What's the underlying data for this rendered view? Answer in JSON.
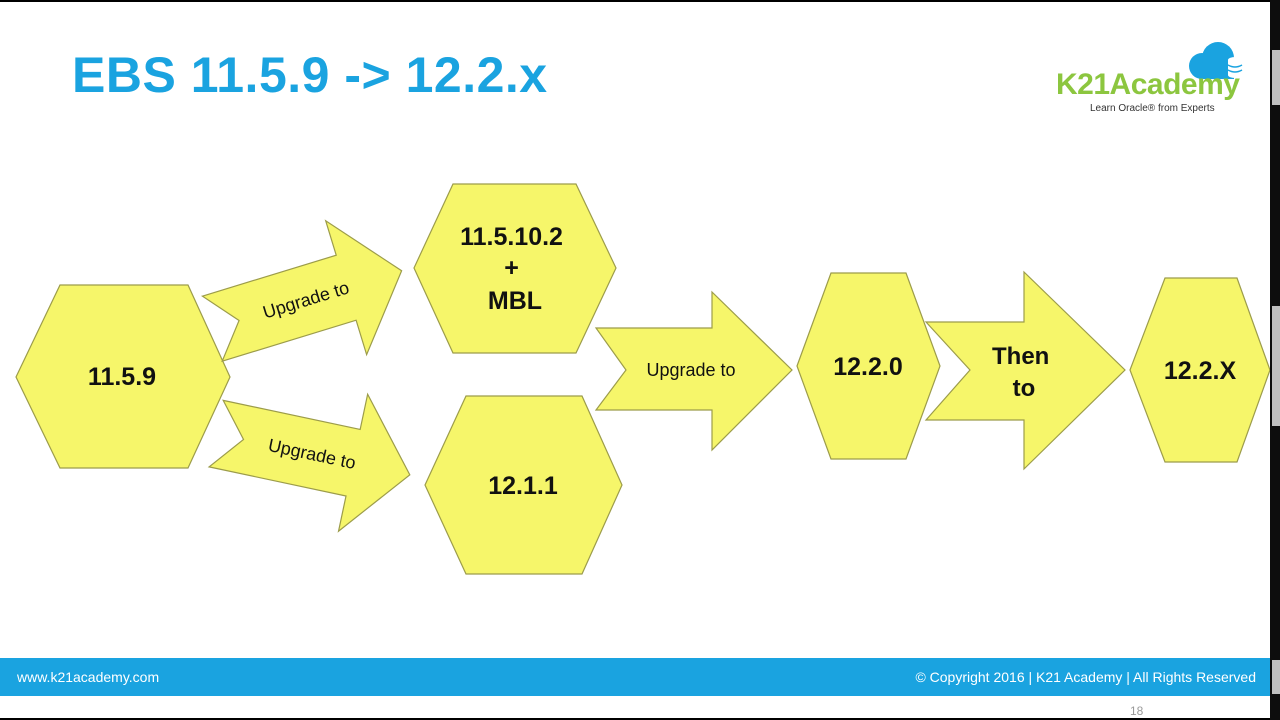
{
  "slide": {
    "title": "EBS 11.5.9 -> 12.2.x",
    "page_number": "18"
  },
  "logo": {
    "brand": "K21Academy",
    "tagline": "Learn Oracle® from Experts",
    "cloud_icon": "cloud-database-icon",
    "colors": {
      "brand": "#8cc63f",
      "cloud": "#1aa3e0"
    }
  },
  "diagram": {
    "nodes": [
      {
        "id": "v11_5_9",
        "lines": [
          "11.5.9"
        ]
      },
      {
        "id": "v11_5_10_2",
        "lines": [
          "11.5.10.2",
          "+",
          "MBL"
        ]
      },
      {
        "id": "v12_1_1",
        "lines": [
          "12.1.1"
        ]
      },
      {
        "id": "v12_2_0",
        "lines": [
          "12.2.0"
        ]
      },
      {
        "id": "v12_2_x",
        "lines": [
          "12.2.X"
        ]
      }
    ],
    "arrows": [
      {
        "id": "upgrade_top",
        "from": "v11_5_9",
        "to": "v11_5_10_2",
        "lines": [
          "Upgrade to"
        ]
      },
      {
        "id": "upgrade_bottom",
        "from": "v11_5_9",
        "to": "v12_1_1",
        "lines": [
          "Upgrade to"
        ]
      },
      {
        "id": "upgrade_mid",
        "from": "v11_5_10_2",
        "to": "v12_2_0",
        "lines": [
          "Upgrade to"
        ]
      },
      {
        "id": "then_to",
        "from": "v12_2_0",
        "to": "v12_2_x",
        "lines": [
          "Then",
          "to"
        ]
      }
    ],
    "colors": {
      "fill": "#f6f66a",
      "stroke": "#9c9c4a",
      "text": "#111111"
    }
  },
  "footer": {
    "website": "www.k21academy.com",
    "copyright": "© Copyright 2016 | K21 Academy | All Rights Reserved",
    "color": "#1aa3e0"
  }
}
